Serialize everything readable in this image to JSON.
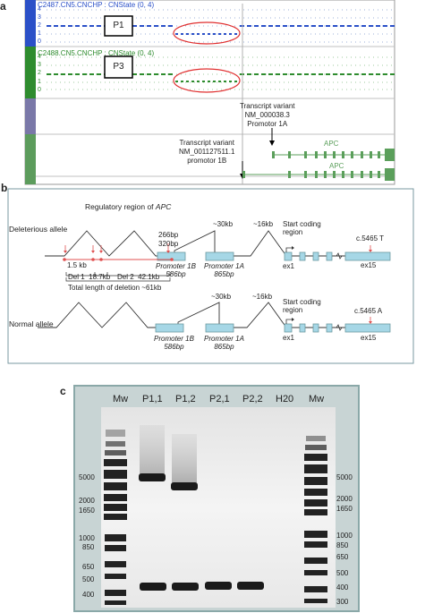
{
  "panel_a": {
    "letter": "a",
    "track1": {
      "label": "C2487.CN5.CNCHP : CNState (0, 4)",
      "patient": "P1",
      "ticks": [
        "4",
        "3",
        "2",
        "1",
        "0"
      ]
    },
    "track2": {
      "label": "C2488.CN5.CNCHP : CNState (0, 4)",
      "patient": "P3",
      "ticks": [
        "4",
        "3",
        "2",
        "1",
        "0"
      ]
    },
    "transcript_1a": {
      "line1": "Transcript variant",
      "line2": "NM_000038.3",
      "line3": "Promotor 1A"
    },
    "transcript_1b": {
      "line1": "Transcript variant",
      "line2": "NM_001127511.1",
      "line3": "promotor 1B"
    },
    "gene1": "APC",
    "gene2": "APC",
    "colors": {
      "track1": "#2b50c8",
      "track2": "#2e8c2e",
      "gene": "#5b9f5b",
      "circle": "#e03030"
    }
  },
  "panel_b": {
    "letter": "b",
    "title_prefix": "Regulatory region of ",
    "title_gene": "APC",
    "deleterious_label": "Deleterious allele",
    "normal_label": "Normal allele",
    "bp266": "266bp",
    "bp320": "320bp",
    "kb30_top": "~30kb",
    "kb16_top": "~16kb",
    "start_coding_top": {
      "line1": "Start coding",
      "line2": "region"
    },
    "variant_top": "c.5465 T",
    "promoter1b_top": {
      "name": "Promoter 1B",
      "size": "586bp"
    },
    "promoter1a_top": {
      "name": "Promoter 1A",
      "size": "865bp"
    },
    "ex1_top": "ex1",
    "ex15_top": "ex15",
    "kb15": "1.5 kb",
    "del1": "Del 1",
    "del1_size": "18.7kb",
    "del2": "Del 2",
    "del2_size": "42.1kb",
    "total_deletion": "Total length of deletion ~61kb",
    "kb30_bottom": "~30kb",
    "kb16_bottom": "~16kb",
    "start_coding_bottom": {
      "line1": "Start coding",
      "line2": "region"
    },
    "variant_bottom": "c.5465 A",
    "promoter1b_bottom": {
      "name": "Promoter 1B",
      "size": "586bp"
    },
    "promoter1a_bottom": {
      "name": "Promoter 1A",
      "size": "865bp"
    },
    "ex1_bottom": "ex1",
    "ex15_bottom": "ex15",
    "colors": {
      "box": "#a6d7e6",
      "border": "#6b9aa0",
      "mark": "#e05050"
    }
  },
  "panel_c": {
    "letter": "c",
    "lanes": [
      "Mw",
      "P1,1",
      "P1,2",
      "P2,1",
      "P2,2",
      "H20",
      "Mw"
    ],
    "left_ladder": [
      "5000",
      "2000",
      "1650",
      "1000",
      "850",
      "650",
      "500",
      "400"
    ],
    "right_ladder": [
      "5000",
      "2000",
      "1650",
      "1000",
      "850",
      "650",
      "500",
      "400",
      "300"
    ],
    "colors": {
      "frame": "#8aa8a8"
    }
  }
}
